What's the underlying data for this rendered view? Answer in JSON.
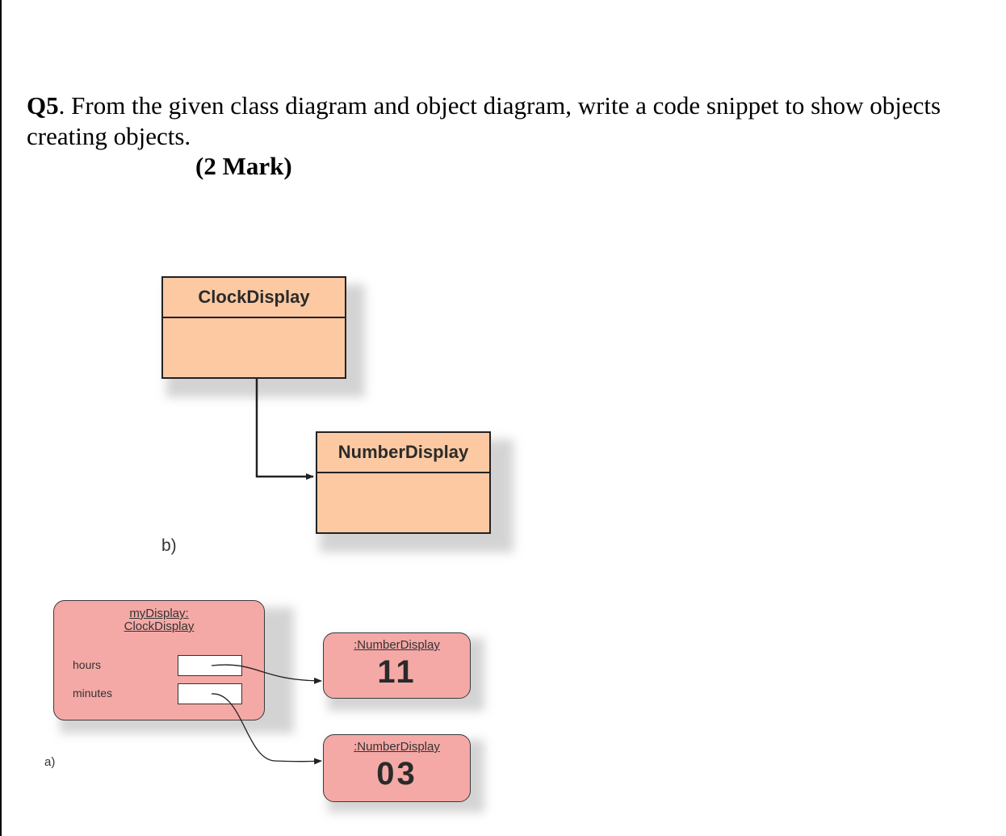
{
  "question": {
    "number": "Q5",
    "text": ". From the given class diagram and object diagram, write a code snippet to show objects creating objects.",
    "marks": "(2 Mark)"
  },
  "class_diagram": {
    "label": "b)",
    "classes": [
      "ClockDisplay",
      "NumberDisplay"
    ]
  },
  "object_diagram": {
    "label": "a)",
    "main_object": {
      "title_line1": "myDisplay:",
      "title_line2": "ClockDisplay",
      "fields": [
        "hours",
        "minutes"
      ]
    },
    "referenced_objects": [
      {
        "title": ":NumberDisplay",
        "value": "11"
      },
      {
        "title": ":NumberDisplay",
        "value": "03"
      }
    ]
  },
  "colors": {
    "class_fill": "#fcc9a2",
    "object_fill": "#f4a9a6"
  }
}
